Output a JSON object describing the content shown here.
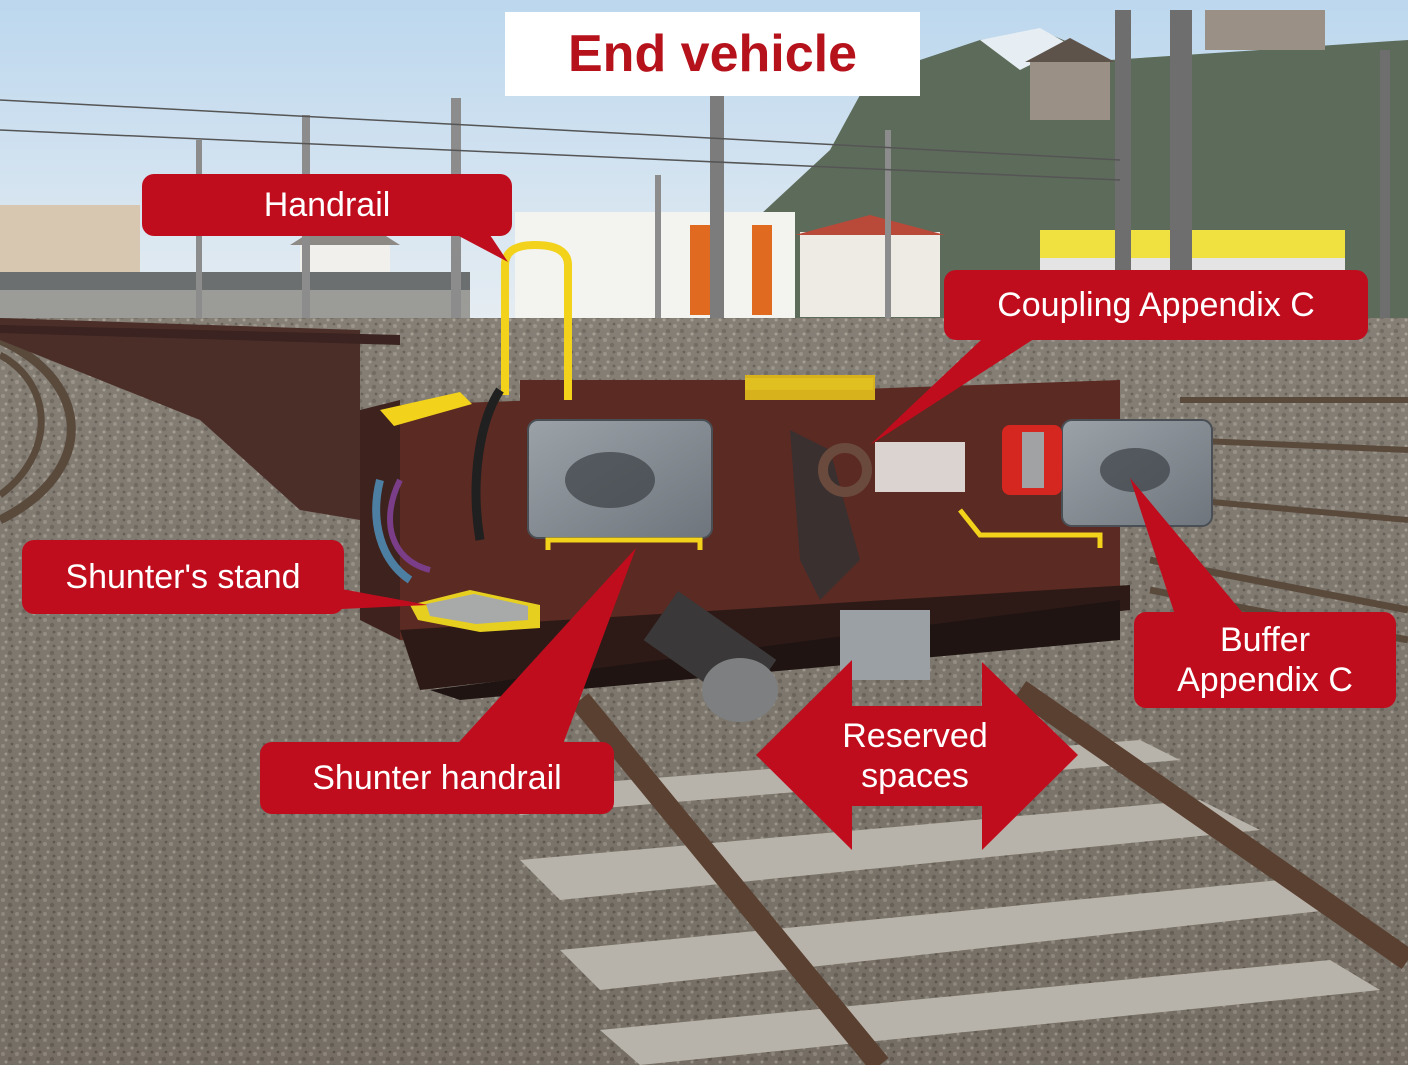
{
  "title": "End vehicle",
  "callouts": {
    "handrail": "Handrail",
    "coupling": "Coupling Appendix C",
    "shunters_stand": "Shunter's stand",
    "buffer": "Buffer\nAppendix C",
    "shunter_handrail": "Shunter handrail",
    "reserved_spaces": "Reserved\nspaces"
  },
  "colors": {
    "callout_red": "#c00d1e",
    "title_red": "#b5121b",
    "wagon_brown": "#5b2a22",
    "handrail_yellow": "#f2d21b"
  }
}
